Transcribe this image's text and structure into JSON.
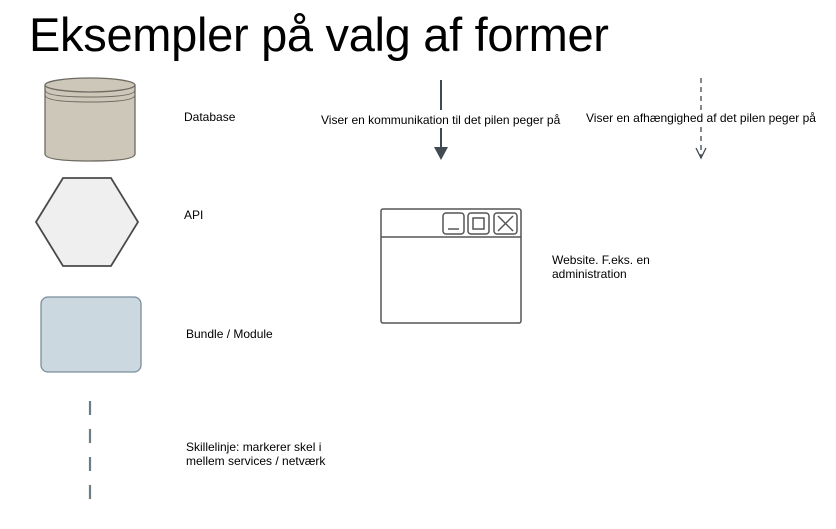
{
  "title": "Eksempler på valg af former",
  "legend": {
    "database": {
      "label": "Database",
      "icon": "database-cylinder-icon",
      "fill": "#cdc7b9",
      "stroke": "#6e6a61"
    },
    "api": {
      "label": "API",
      "icon": "api-hexagon-icon",
      "fill": "#efefef",
      "stroke": "#4a4a4a"
    },
    "bundle": {
      "label": "Bundle / Module",
      "icon": "bundle-rounded-rect-icon",
      "fill": "#cbd8e0",
      "stroke": "#7a8f9b"
    },
    "separator": {
      "label": "Skillelinje: markerer skel i mellem services / netværk",
      "line1": "Skillelinje: markerer skel i",
      "line2": "mellem services / netværk",
      "icon": "dashed-separator-icon",
      "stroke": "#6d7b86"
    },
    "communication": {
      "label": "Viser en kommunikation til det pilen peger på",
      "icon": "solid-arrow-icon",
      "stroke": "#3f4a52"
    },
    "dependency": {
      "label": "Viser en afhængighed af det pilen peger på",
      "icon": "dashed-arrow-icon",
      "stroke": "#3f4a52"
    },
    "website": {
      "label": "Website. F.eks. en administration",
      "line1": "Website. F.eks. en",
      "line2": "administration",
      "icon": "browser-window-icon",
      "stroke": "#555555"
    }
  }
}
